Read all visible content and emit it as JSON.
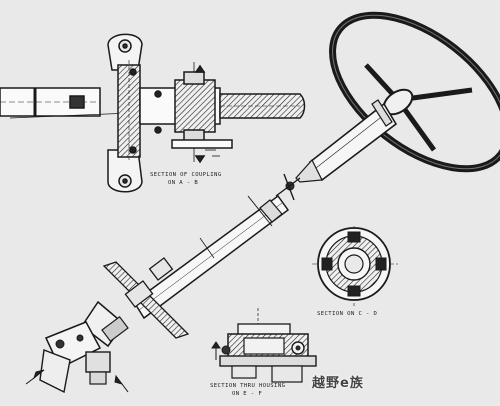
{
  "labels": {
    "section_coupling": "Section of Coupling",
    "coupling_ref": "on a - b",
    "section_cd": "Section on c - d",
    "section_housing": "Section thru housing",
    "housing_ref": "on e - f"
  },
  "watermark": "越野e族",
  "colors": {
    "paper": "#e9e9e9",
    "ink": "#1a1a1a"
  }
}
